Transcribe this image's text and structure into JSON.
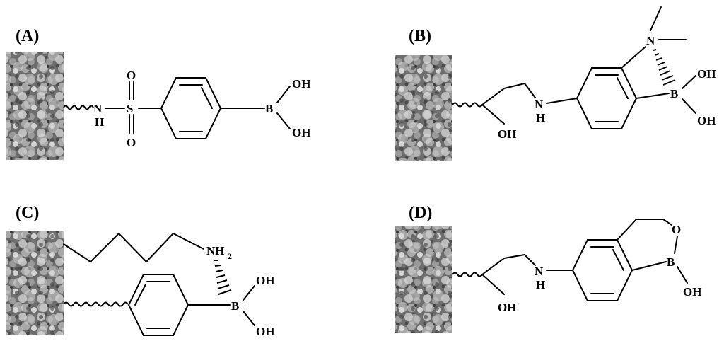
{
  "panels": [
    {
      "label": "(A)"
    },
    {
      "label": "(B)"
    },
    {
      "label": "(C)"
    },
    {
      "label": "(D)"
    }
  ],
  "atoms": {
    "a": {
      "n": "N",
      "h": "H",
      "s": "S",
      "o_top": "O",
      "o_bottom": "O",
      "b": "B",
      "oh1": "OH",
      "oh2": "OH"
    },
    "b": {
      "n": "N",
      "h": "H",
      "oh_chain": "OH",
      "n_amine": "N",
      "b": "B",
      "oh1": "OH",
      "oh2": "OH"
    },
    "c": {
      "nh": "NH",
      "nh_sub": "2",
      "b": "B",
      "oh1": "OH",
      "oh2": "OH"
    },
    "d": {
      "n": "N",
      "h": "H",
      "oh_chain": "OH",
      "o_ring": "O",
      "b": "B",
      "oh": "OH"
    }
  },
  "colors": {
    "ink": "#000000",
    "background": "#ffffff",
    "particle_dark": "#3a3a3a",
    "particle_light": "#d8d8d8"
  }
}
